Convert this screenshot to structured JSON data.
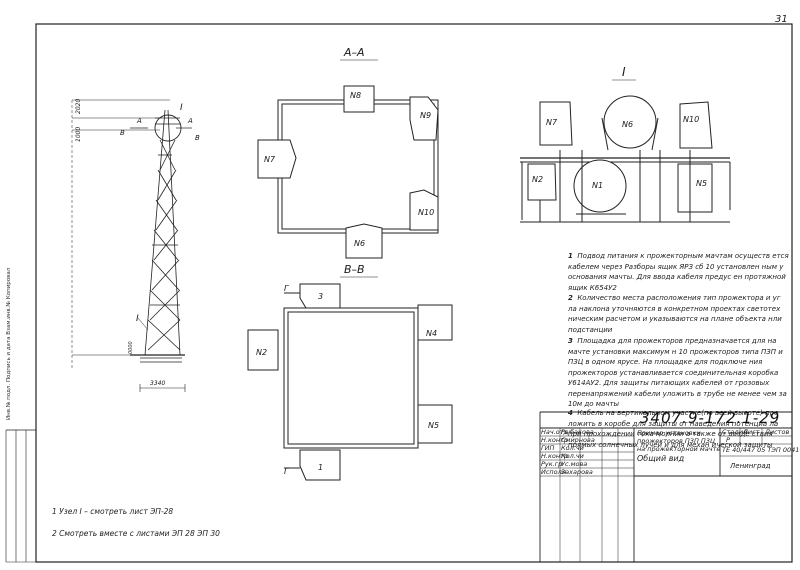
{
  "page_number": "31",
  "views": {
    "section_aa_title": "А–А",
    "section_bb_title": "В–В",
    "node_title": "I"
  },
  "tower": {
    "label_node_top": "I",
    "label_node_bottom": "I",
    "label_a_left": "А",
    "label_a_right": "А",
    "label_b_left": "В",
    "label_b_right": "В",
    "dim_top": "2020",
    "dim_second": "1000",
    "dim_bottom": "3340",
    "level_mark": "0000"
  },
  "section_aa": {
    "n8": "N8",
    "n9": "N9",
    "n7": "N7",
    "n10": "N10",
    "n6": "N6"
  },
  "section_bb": {
    "g_top": "Г",
    "n3": "3",
    "n4": "N4",
    "n2": "N2",
    "n5": "N5",
    "g_bottom": "Г",
    "n1": "1"
  },
  "node_view": {
    "n7": "N7",
    "n6": "N6",
    "n10": "N10",
    "n2": "N2",
    "n1": "N1",
    "n5": "N5"
  },
  "notes": [
    {
      "num": "1",
      "text": "Подвод питания к прожекторным мачтам осуществ ется кабелем через Разборы ящик ЯРЗ сб 10 установлен ным у основания мачты. Для ввода кабеля предус ен протяжной ящик К654У2"
    },
    {
      "num": "2",
      "text": "Количество места расположения тип прожектора и уг ла наклона уточняются в конкретном проектах светотех ническим расчетом и указываются на плане объекта нли подстанции"
    },
    {
      "num": "3",
      "text": "Площадка для прожекторов предназначается для на мачте установки максимум н 10 прожекторов типа ПЗП и ПЗЦ в одном ярусе. На площадке для подключе ния прожекторов устанавливается соединительная коробка У614АУ2. Для защиты питающих кабелей от грозовых перенапряжений кабели уложить в трубе не менее чем за 10м до мачты"
    },
    {
      "num": "4",
      "text": "Кабель на вертикальном участке(по всей высоте) про ложить в коробе для защиты от наведения потенциа ла при прохождении тока молнии а также от возде ствия прямых солнечных лучей и для механ ической защиты"
    }
  ],
  "footnotes": {
    "note1": "1  Узел I – смотреть лист ЭП-28",
    "note2": "2  Смотреть вместе с листами ЭП 28 ЭП 30"
  },
  "title_block": {
    "doc_number": "3407.9-172.1-29",
    "title_line1": "Пример установки",
    "title_line2": "прожекторов ПЗП ПЗЦ",
    "title_line3": "на прожекторной мачте",
    "title_line4": "Общий вид",
    "stage_hdr": "Стадия",
    "sheet_hdr": "Лист",
    "sheets_hdr": "Листов",
    "stage_val": "Р",
    "org": "Ленинград",
    "codes": "ТЕ 40/447 05  ТЭП 0041",
    "rows": [
      [
        "Нач.отд",
        "Рыбакова",
        ""
      ],
      [
        "Н.контр",
        "Смирнова",
        ""
      ],
      [
        "ГИП",
        "Кол.чи",
        ""
      ],
      [
        "Н.контр",
        "Кол.чи",
        ""
      ],
      [
        "Рук.гр",
        "Ус.мова",
        ""
      ],
      [
        "Исполн",
        "Захарова",
        ""
      ]
    ]
  },
  "side_stamp": "Инв.№ подл.  Подпись и дата  Взам.инв.№  Копировал"
}
